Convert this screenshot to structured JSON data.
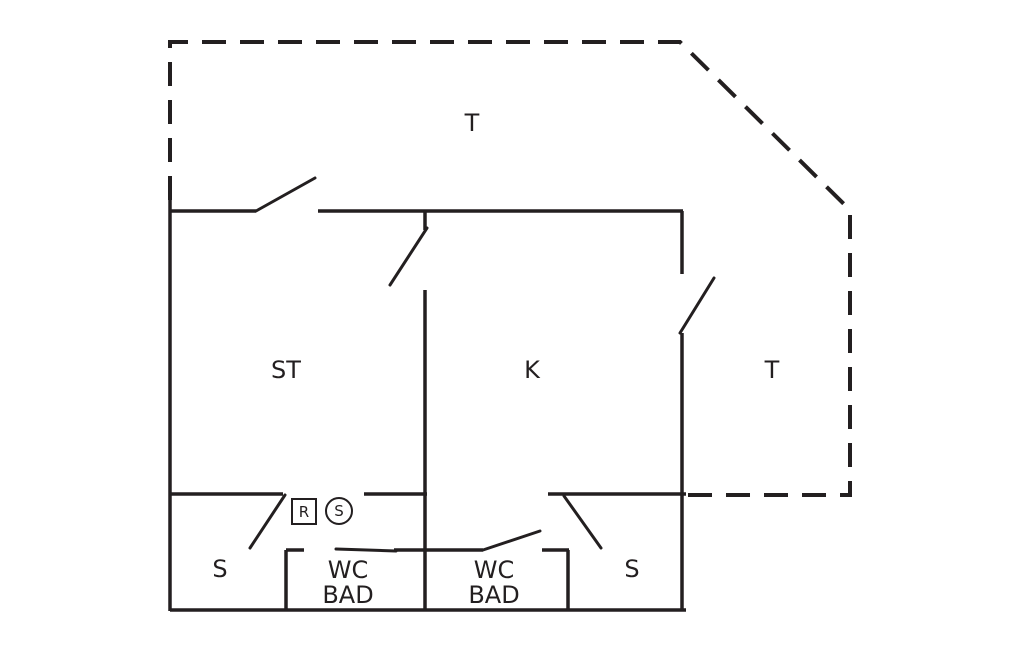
{
  "rooms": {
    "terrace_top": "T",
    "terrace_right": "T",
    "living": "ST",
    "kitchen": "K",
    "storage_left": "S",
    "storage_right": "S",
    "bath_left": {
      "line1": "WC",
      "line2": "BAD"
    },
    "bath_right": {
      "line1": "WC",
      "line2": "BAD"
    }
  },
  "symbols": {
    "square": "R",
    "circle": "S"
  },
  "colors": {
    "line": "#231f20",
    "background": "#ffffff"
  }
}
